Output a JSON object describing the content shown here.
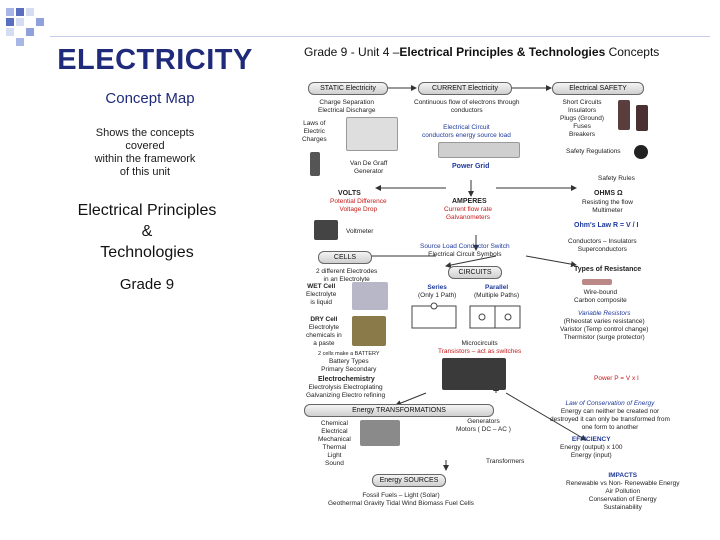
{
  "slide": {
    "title": "ELECTRICITY",
    "subtitle": "Concept Map",
    "description_lines": [
      "Shows the concepts",
      "covered",
      "within the framework",
      "of this unit"
    ],
    "topic_lines": [
      "Electrical Principles",
      "&",
      "Technologies"
    ],
    "grade": "Grade 9"
  },
  "map": {
    "title_prefix": "Grade 9 - Unit 4 –",
    "title_bold": "Electrical Principles & Technologies",
    "title_suffix": " Concepts",
    "boxes": {
      "static": "STATIC Electricity",
      "current": "CURRENT Electricity",
      "safety": "Electrical SAFETY",
      "cells": "CELLS",
      "circuits": "CIRCUITS",
      "transformations": "Energy TRANSFORMATIONS",
      "sources": "Energy SOURCES"
    },
    "labels": {
      "static_notes": [
        "Charge Separation",
        "Electrical Discharge"
      ],
      "laws": [
        "Laws of",
        "Electric",
        "Charges"
      ],
      "vdg": [
        "Van De Graff",
        "Generator"
      ],
      "current_notes": [
        "Continuous flow of electrons through",
        "conductors"
      ],
      "circuit_parts": [
        "Electrical Circuit",
        "conductors   energy source   load"
      ],
      "power_grid": "Power Grid",
      "safety_notes": [
        "Short Circuits",
        "Insulators",
        "Plugs (Ground)",
        "Fuses",
        "Breakers"
      ],
      "safety_reg": "Safety Regulations",
      "safety_rules": "Safety Rules",
      "volts": [
        "VOLTS",
        "Potential Difference",
        "Voltage Drop"
      ],
      "voltmeter": "Voltmeter",
      "amperes": [
        "AMPERES",
        "Current flow rate",
        "Galvanometers"
      ],
      "ohms": [
        "OHMS Ω",
        "Resisting the flow",
        "Multimeter"
      ],
      "ohms_law": "Ohm's Law   R = V / I",
      "conductors": [
        "Conductors – Insulators",
        "Superconductors"
      ],
      "symbols": [
        "Source   Load   Conductor   Switch",
        "Electrical Circuit Symbols"
      ],
      "cells_notes": [
        "2 different Electrodes",
        "in an Electrolyte"
      ],
      "wet_cell": [
        "WET Cell",
        "Electrolyte",
        "is liquid"
      ],
      "dry_cell": [
        "DRY Cell",
        "Electrolyte",
        "chemicals in",
        "a paste"
      ],
      "series": [
        "Series",
        "(Only 1 Path)"
      ],
      "parallel": [
        "Parallel",
        "(Multiple Paths)"
      ],
      "resistance_types": "Types of Resistance",
      "wire_bound": [
        "Wire-bound",
        "Carbon composite"
      ],
      "variable": [
        "Variable Resistors",
        "(Rheostat varies resistance)",
        "Varistor (Temp control change)",
        "Thermistor (surge protector)"
      ],
      "microcircuits": [
        "Microcircuits",
        "Transistors – act as switches"
      ],
      "battery": [
        "2 cells make a BATTERY",
        "Battery Types",
        "Primary   Secondary"
      ],
      "electrochem": [
        "Electrochemistry",
        "Electrolysis   Electroplating",
        "Galvanizing   Electro refining"
      ],
      "power_formula": "Power  P = V x I",
      "conservation": [
        "Law of Conservation of Energy",
        "Energy can neither be created nor",
        "destroyed it can only be transformed from",
        "one form to another"
      ],
      "efficiency": [
        "EFFICIENCY",
        "Energy (output) x 100",
        "Energy (input)"
      ],
      "generators": [
        "Generators",
        "Motors  ( DC – AC )"
      ],
      "energy_forms": [
        "Chemical",
        "Electrical",
        "Mechanical",
        "Thermal",
        "Light",
        "Sound"
      ],
      "transformers": "Transformers",
      "impacts": [
        "IMPACTS",
        "Renewable vs Non- Renewable Energy",
        "Air Pollution",
        "Conservation of Energy",
        "Sustainability"
      ],
      "sources_list": [
        "Fossil Fuels – Light (Solar)",
        "Geothermal   Gravity   Tidal Wind   Biomass   Fuel Cells"
      ]
    }
  },
  "colors": {
    "title": "#1f2a7a",
    "squares": [
      "#a8b7e6",
      "#5a6fbf",
      "#d6ddf3",
      "#8fa0dc"
    ],
    "arrows": "#333333",
    "red_text": "#c41a1a"
  }
}
